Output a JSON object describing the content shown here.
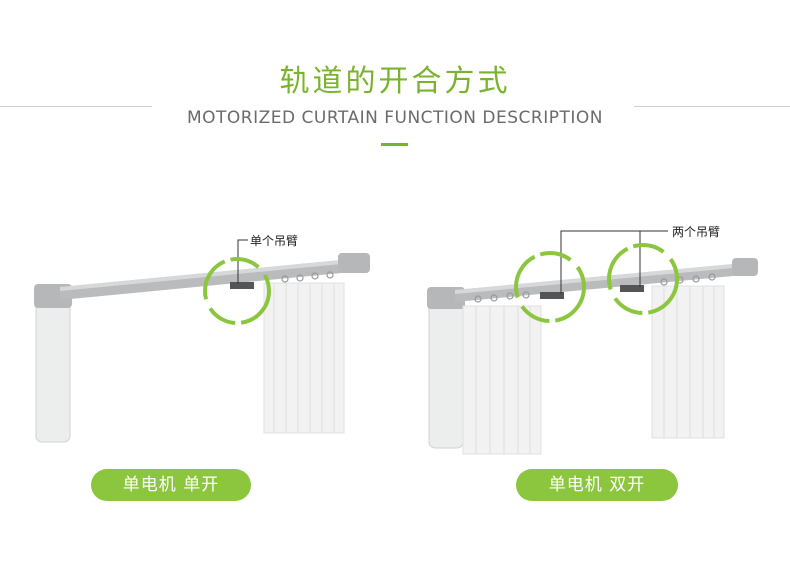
{
  "header": {
    "title": "轨道的开合方式",
    "subtitle": "MOTORIZED CURTAIN FUNCTION DESCRIPTION"
  },
  "left_panel": {
    "arm_label": "单个吊臂",
    "mode_label": "单电机 单开"
  },
  "right_panel": {
    "arm_label": "两个吊臂",
    "mode_label": "单电机 双开"
  },
  "colors": {
    "accent": "#7ab32e",
    "pill": "#8cc63f",
    "rail": "#a9abad",
    "motor": "#e6e7e8"
  }
}
